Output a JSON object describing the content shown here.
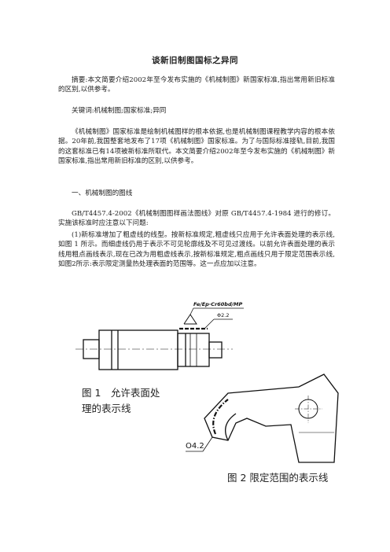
{
  "doc": {
    "title": "谈新旧制图国标之异同",
    "abstract": "摘要:本文简要介绍2002年至今发布实施的《机械制图》新国家标准,指出常用新旧标准的区别,以供参考。",
    "keywords": "关键词:机械制图;国家标准;异同",
    "intro": "《机械制图》国家标准是绘制机械图样的根本依据,也是机械制图课程教学内容的根本依据。20年前,我国整套地发布了17项《机械制图》国家标准。为了与国际标准接轨,目前,我国的这套标准已有14项被新标准所取代。本文简要介绍2002年至今发布实施的《机械制图》新国家标准,指出常用新旧标准的区别,以供参考。",
    "section1": "一、机械制图的图线",
    "item_intro": "GB/T4457.4-2002《机械制图图样画法图线》对原 GB/T4457.4-1984 进行的修订。实施该标准时应注意以下问题:",
    "item1": "(1)新标准增加了粗虚线的线型。按新标准规定,粗虚线只应用于允许表面处理的表示线,如图 1 所示。而细虚线仍用于表示不可见轮廓线及不可见过渡线。以前允许表面处理的表示线用粗点画线表示,现在已改为用粗虚线表示,按新标准规定,粗点画线只用于限定范围表示线,如图2所示:表示限定测量热处理表面的范围等。这一点应加以注意。"
  },
  "figures": {
    "fig1_caption_line1": "图 1　允许表面处",
    "fig1_caption_line2": "理的表示线",
    "fig1_annotation_top": "Fe/Ep·Cr60bd/MP",
    "fig1_annotation_dim": "Φ2.2",
    "fig2_caption": "图 2 限定范围的表示线",
    "fig2_annotation_dim": "Ο4.2"
  }
}
